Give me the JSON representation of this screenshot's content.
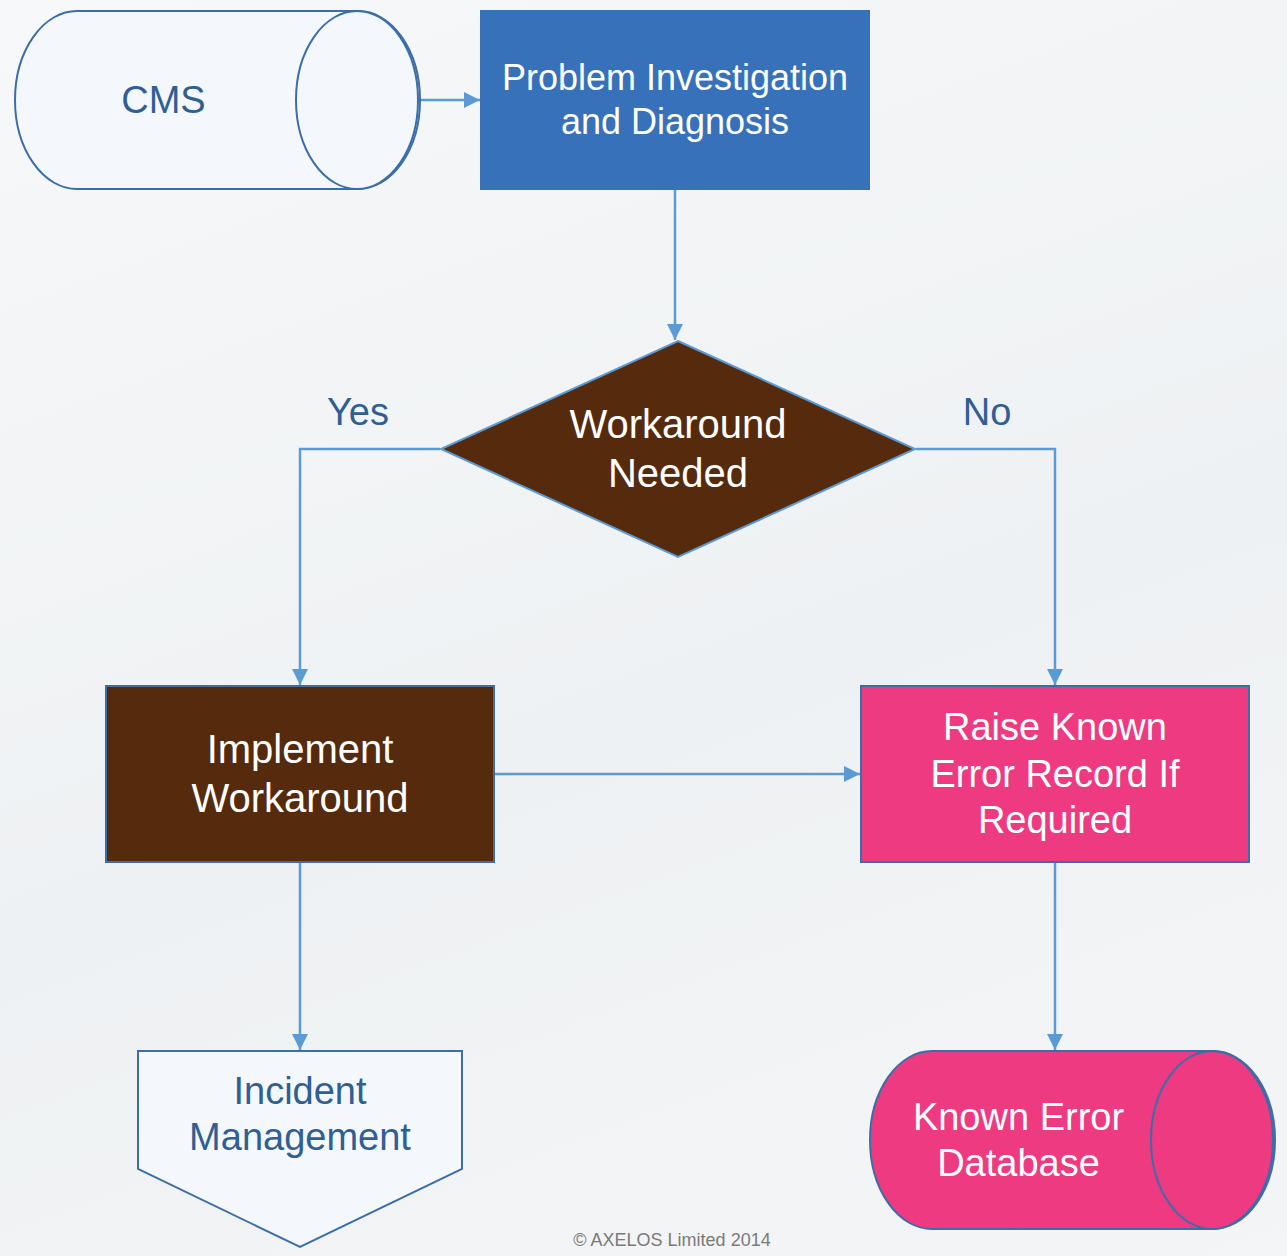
{
  "diagram": {
    "nodes": [
      {
        "text": [
          "CMS"
        ]
      },
      {
        "text": [
          "Problem Investigation and Diagnosis"
        ]
      },
      {
        "text": [
          "Workaround Needed"
        ]
      },
      {
        "text": [
          "Implement Workaround"
        ]
      },
      {
        "text": [
          "Raise Known Error Record If Required"
        ]
      },
      {
        "text": [
          "Incident Management"
        ]
      },
      {
        "text": [
          "Known Error Database"
        ]
      }
    ],
    "edges": [
      {
        "from": 0,
        "to": 1,
        "arrow": "to"
      },
      {
        "from": 1,
        "to": 2,
        "arrow": "to"
      },
      {
        "from": 2,
        "to": 3,
        "label": "Yes",
        "arrow": "to"
      },
      {
        "from": 2,
        "to": 4,
        "label": "No",
        "arrow": "to"
      },
      {
        "from": 3,
        "to": 4,
        "arrow": "to"
      },
      {
        "from": 3,
        "to": 5,
        "arrow": "to"
      },
      {
        "from": 4,
        "to": 6,
        "arrow": "to"
      }
    ],
    "labels": [
      "© AXELOS Limited 2014"
    ]
  }
}
